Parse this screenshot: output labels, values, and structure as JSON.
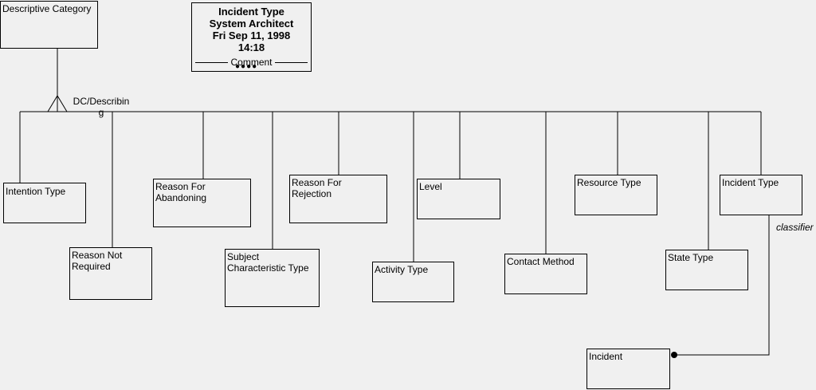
{
  "title_block": {
    "lines": [
      "Incident Type",
      "System Architect",
      "Fri Sep 11, 1998",
      "14:18"
    ],
    "comment_label": "Comment",
    "dots": "●●●●"
  },
  "entities": {
    "descriptive_category": "Descriptive Category",
    "intention_type": "Intention Type",
    "reason_not_required": "Reason Not\nRequired",
    "reason_for_abandoning": "Reason For\nAbandoning",
    "subject_characteristic_type": "Subject\nCharacteristic Type",
    "reason_for_rejection": "Reason For\nRejection",
    "activity_type": "Activity Type",
    "level": "Level",
    "contact_method": "Contact Method",
    "resource_type": "Resource Type",
    "state_type": "State Type",
    "incident_type": "Incident Type",
    "incident": "Incident"
  },
  "relationships": {
    "dc_describing": "DC/Describin\ng",
    "classifier": "classifier"
  }
}
